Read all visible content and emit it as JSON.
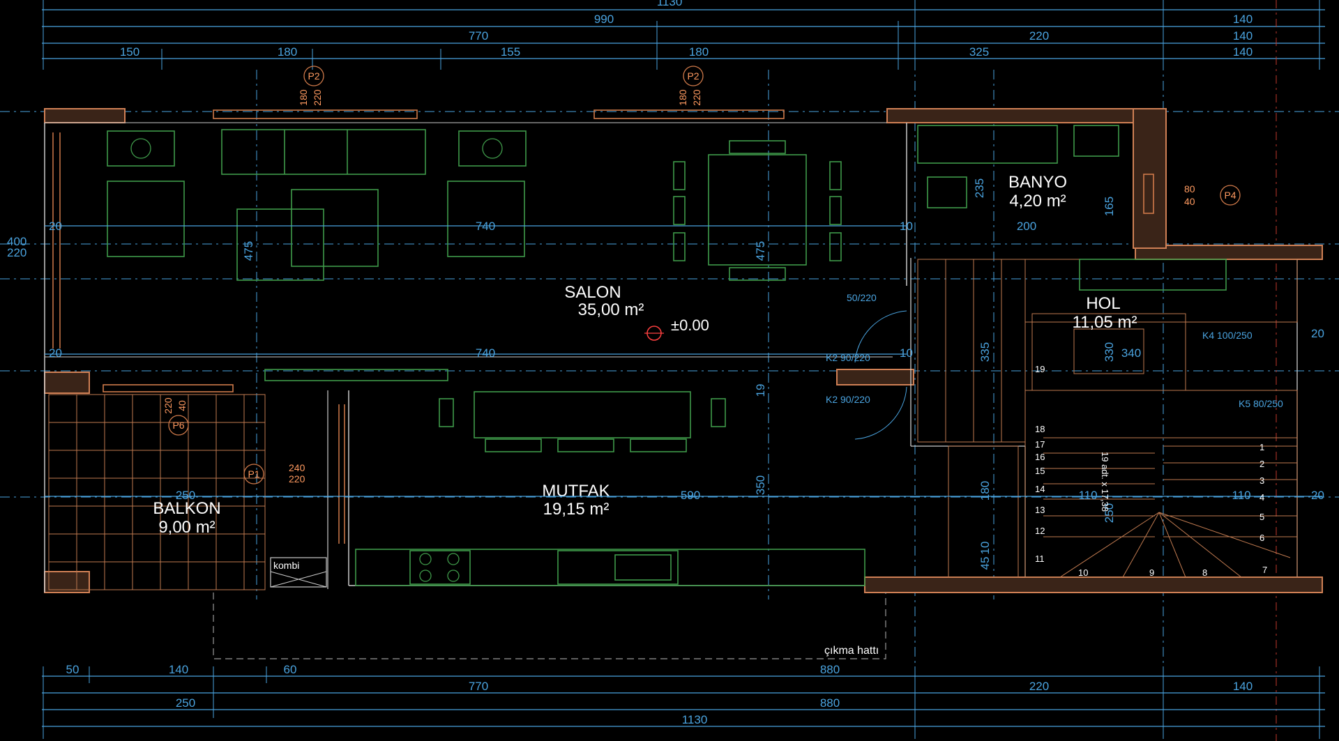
{
  "drawing": {
    "dims_top": {
      "overall": "1130",
      "row2": [
        "990",
        "140"
      ],
      "row3": [
        "770",
        "220",
        "140"
      ],
      "row4": [
        "150",
        "180",
        "155",
        "180",
        "325",
        "140"
      ]
    },
    "dims_bottom": {
      "row1": [
        "50",
        "140",
        "60",
        "880",
        "140"
      ],
      "row2": [
        "770",
        "220"
      ],
      "row3": [
        "250",
        "880"
      ],
      "overall": "1130"
    },
    "left_dims": [
      "400",
      "220"
    ],
    "rooms": [
      {
        "name": "SALON",
        "area": "35,00 m²"
      },
      {
        "name": "MUTFAK",
        "area": "19,15 m²"
      },
      {
        "name": "BALKON",
        "area": "9,00 m²"
      },
      {
        "name": "BANYO",
        "area": "4,20 m²"
      },
      {
        "name": "HOL",
        "area": "11,05 m²"
      }
    ],
    "level": "±0.00",
    "interior_dims": {
      "salon_w1": "740",
      "salon_w2": "740",
      "salon_h1": "475",
      "salon_h2": "475",
      "mutfak_w": "590",
      "mutfak_h": "350",
      "balkon_w": "250",
      "banyo_w": "200",
      "hol_h": "335",
      "hol_h2": "330",
      "hol_w": "340",
      "stair_w1": "110",
      "stair_w2": "110",
      "wall_20": "20",
      "wall_10": "10",
      "wall_19": "19",
      "banyo_h": "235",
      "banyo_h2": "165",
      "p2_a": "180",
      "p2_b": "220",
      "p4_a": "80",
      "p4_b": "40",
      "p6_a": "220",
      "p6_b": "40",
      "p1_a": "240",
      "p1_b": "220",
      "stair_h": "250",
      "small_a": "180",
      "small_b": "45",
      "small_c": "10"
    },
    "tags": [
      "P2",
      "P2",
      "P4",
      "P6",
      "P1"
    ],
    "door_labels": [
      "50/220",
      "K2 90/220",
      "K2 90/220",
      "K4 100/250",
      "K5 80/250"
    ],
    "stair_note": "19 adt. x 17,38",
    "stair_numbers": [
      "1",
      "2",
      "3",
      "4",
      "5",
      "6",
      "7",
      "8",
      "9",
      "10",
      "11",
      "12",
      "13",
      "14",
      "15",
      "16",
      "17",
      "18",
      "19"
    ],
    "kombi_label": "kombi",
    "cikma_label": "çıkma hattı"
  }
}
